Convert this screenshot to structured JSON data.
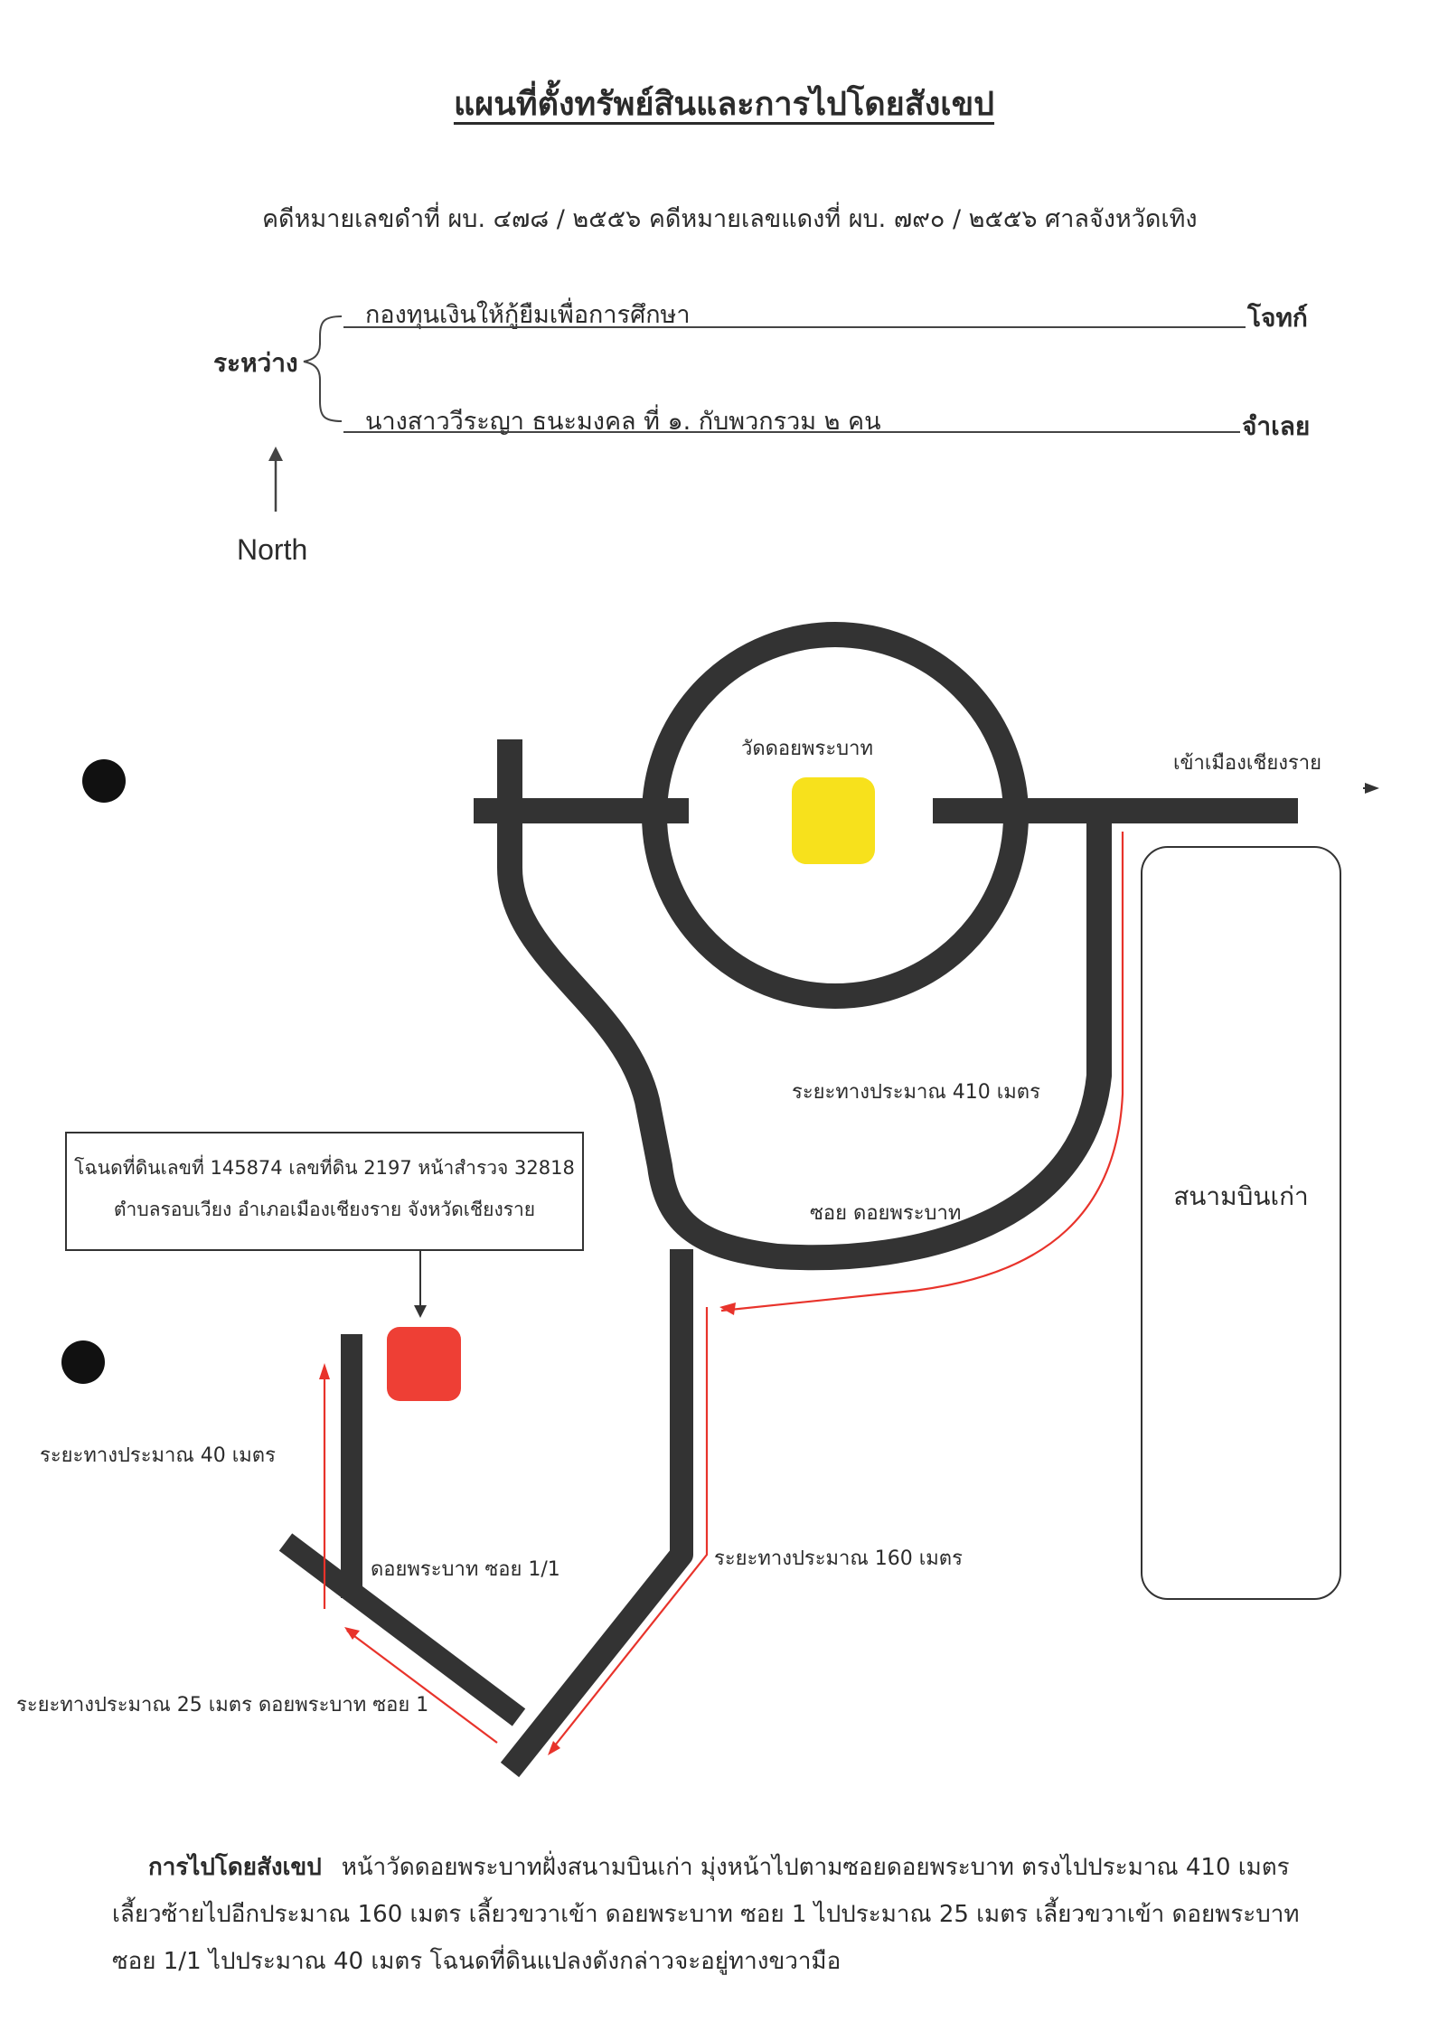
{
  "document": {
    "title": "แผนที่ตั้งทรัพย์สินและการไปโดยสังเขป",
    "case_line": "คดีหมายเลขดำที่  ผบ. ๔๗๘ / ๒๕๕๖ คดีหมายเลขแดงที่  ผบ. ๗๙๐ / ๒๕๕๖   ศาลจังหวัดเทิง",
    "between_label": "ระหว่าง",
    "plaintiff": {
      "name": "กองทุนเงินให้กู้ยืมเพื่อการศึกษา",
      "role": "โจทก์"
    },
    "defendant": {
      "name": "นางสาววีระญา ธนะมงคล ที่ ๑. กับพวกรวม ๒ คน",
      "role": "จำเลย"
    },
    "north_label": "North"
  },
  "map": {
    "temple_label": "วัดดอยพระบาท",
    "to_city_label": "เข้าเมืองเชียงราย",
    "airport_label": "สนามบินเก่า",
    "distance_410": "ระยะทางประมาณ 410 เมตร",
    "soi_main": "ซอย ดอยพระบาท",
    "distance_160": "ระยะทางประมาณ 160 เมตร",
    "distance_40": "ระยะทางประมาณ 40 เมตร",
    "soi_1_1": "ดอยพระบาท ซอย 1/1",
    "distance_25": "ระยะทางประมาณ 25 เมตร ดอยพระบาท ซอย 1",
    "deed_line1": "โฉนดที่ดินเลขที่ 145874 เลขที่ดิน 2197 หน้าสำรวจ 32818",
    "deed_line2": "ตำบลรอบเวียง อำเภอเมืองเชียงราย จังหวัดเชียงราย",
    "colors": {
      "road": "#333333",
      "route": "#e8332b",
      "temple": "#f7e11c",
      "property": "#ee3f35"
    }
  },
  "directions": {
    "lead": "การไปโดยสังเขป",
    "line1": "หน้าวัดดอยพระบาทฝั่งสนามบินเก่า มุ่งหน้าไปตามซอยดอยพระบาท ตรงไปประมาณ 410 เมตร",
    "line2": "เลี้ยวซ้ายไปอีกประมาณ 160 เมตร เลี้ยวขวาเข้า ดอยพระบาท ซอย 1 ไปประมาณ 25 เมตร เลี้ยวขวาเข้า ดอยพระบาท",
    "line3": "ซอย 1/1 ไปประมาณ 40 เมตร  โฉนดที่ดินแปลงดังกล่าวจะอยู่ทางขวามือ"
  }
}
